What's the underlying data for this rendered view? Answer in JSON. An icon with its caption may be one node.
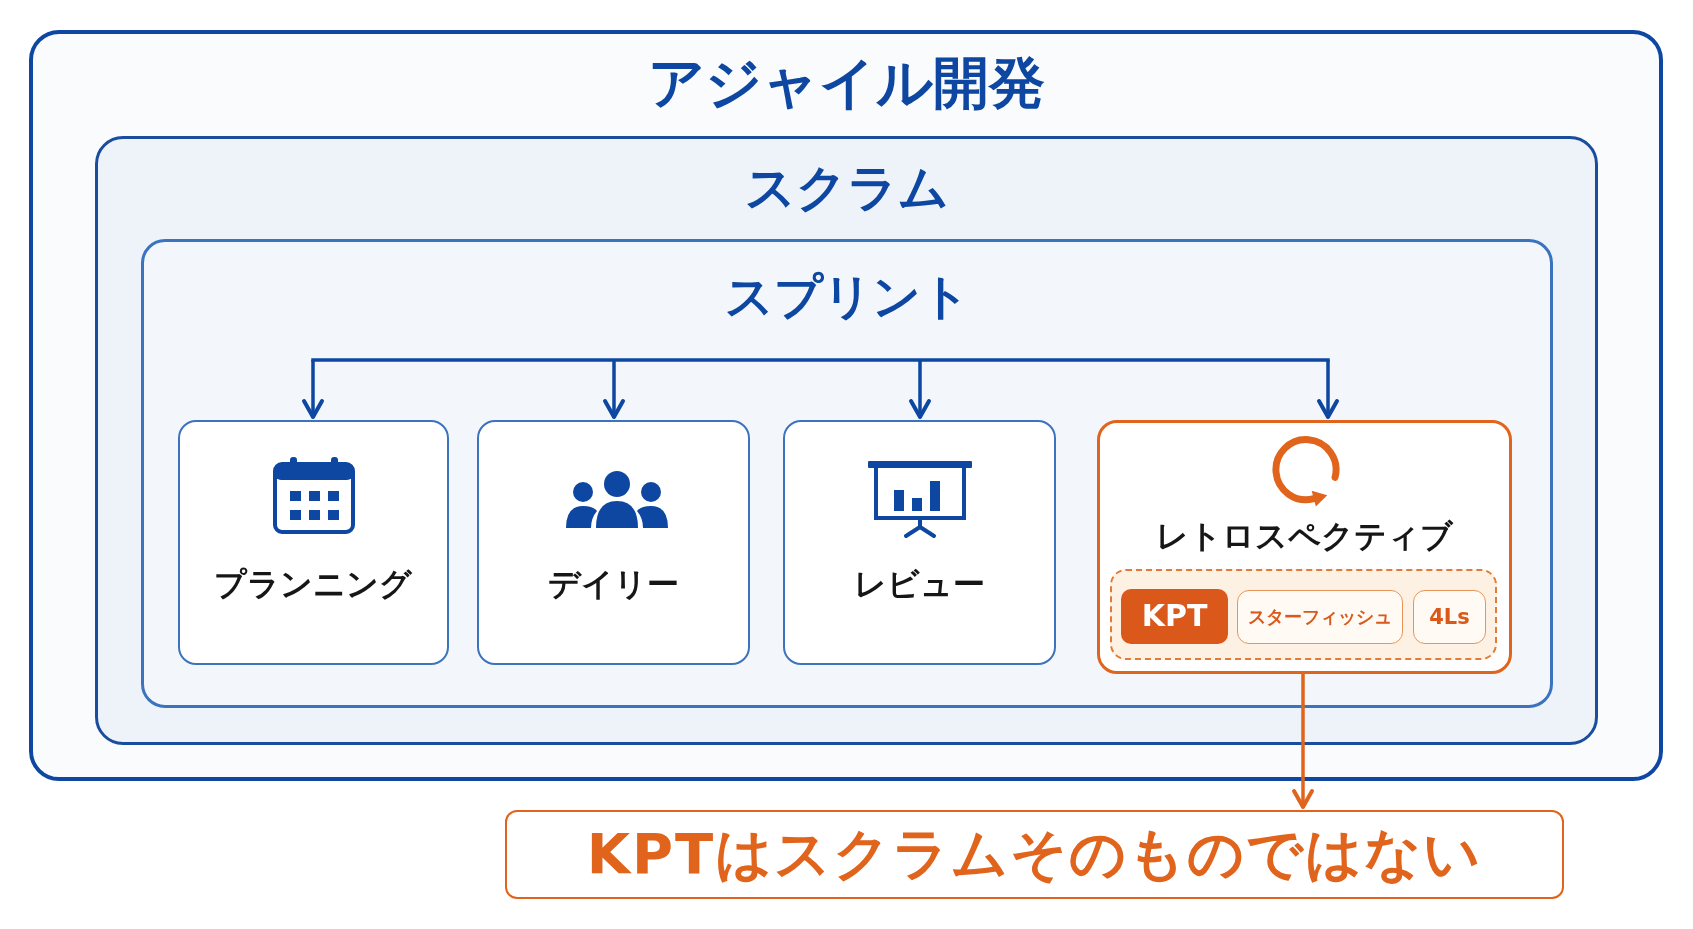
{
  "diagram": {
    "nodes": [
      {
        "text": [
          "アジャイル開発"
        ]
      },
      {
        "text": [
          "スクラム"
        ],
        "in": 0
      },
      {
        "text": [
          "スプリント"
        ],
        "in": 1
      },
      {
        "text": [
          "プランニング"
        ],
        "in": 2
      },
      {
        "text": [
          "デイリー"
        ],
        "in": 2
      },
      {
        "text": [
          "レビュー"
        ],
        "in": 2
      },
      {
        "text": [
          "レトロスペクティブ"
        ],
        "in": 2
      },
      {
        "text": [],
        "shape": "box",
        "in": 6
      },
      {
        "text": [
          "KPT"
        ],
        "in": 7
      },
      {
        "text": [
          "スターフィッシュ"
        ],
        "in": 7
      },
      {
        "text": [
          "4Ls"
        ],
        "in": 7
      },
      {
        "text": [
          "KPTはスクラムそのものではない"
        ]
      }
    ],
    "edges": [
      {
        "from": null,
        "to": 3,
        "arrow": "to"
      },
      {
        "from": null,
        "to": 4,
        "arrow": "to"
      },
      {
        "from": null,
        "to": 5,
        "arrow": "to"
      },
      {
        "from": null,
        "to": 6,
        "arrow": "to"
      },
      {
        "from": 6,
        "to": 11,
        "arrow": "to",
        "color": "#e0641c"
      }
    ]
  }
}
